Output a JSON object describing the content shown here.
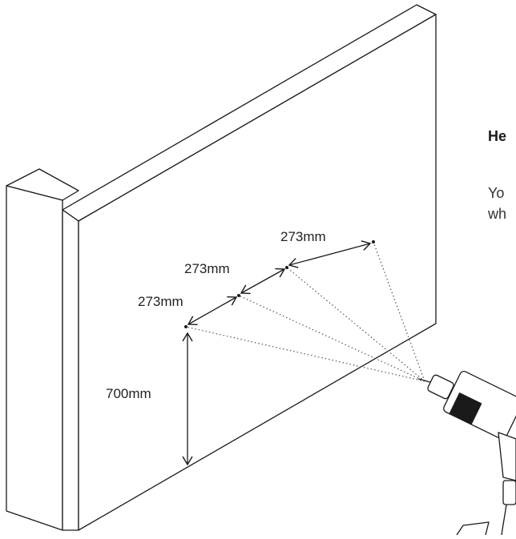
{
  "annotations": {
    "height_label": "700mm",
    "spacing_labels": [
      "273mm",
      "273mm",
      "273mm"
    ]
  },
  "side_text": {
    "heading": "He",
    "lines": [
      "Yo",
      "wh"
    ]
  },
  "colors": {
    "line": "#1a1a1a",
    "dotted": "#555555"
  },
  "icons": {
    "drill": "power-drill-icon"
  }
}
